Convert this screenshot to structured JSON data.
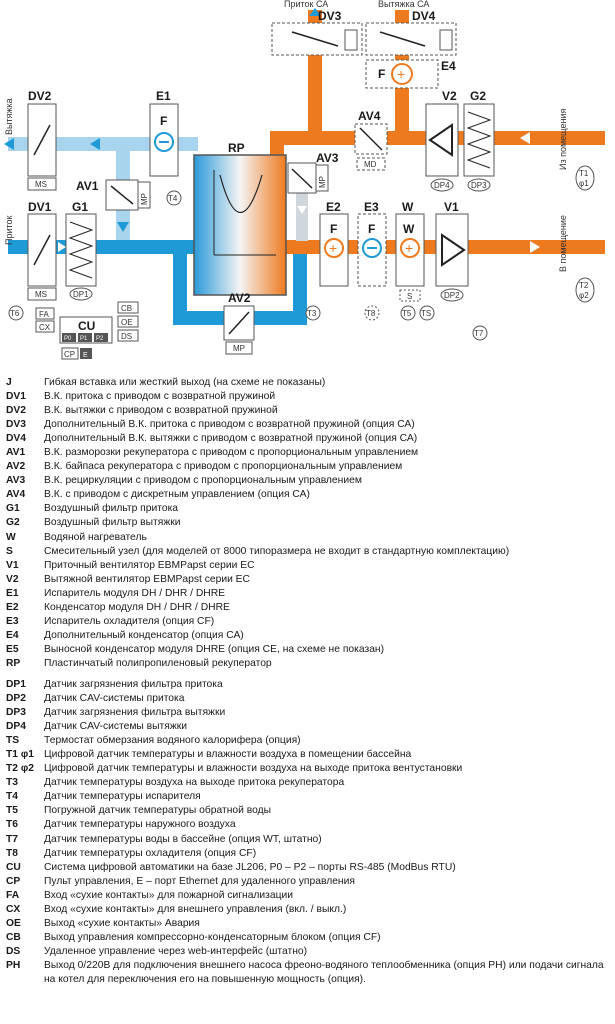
{
  "diagram": {
    "labels": {
      "supply_ca": "Приток СА",
      "exhaust_ca": "Вытяжка СА",
      "exhaust": "Вытяжка",
      "intake": "Приток",
      "from_room": "Из помещения",
      "to_room": "В помещение",
      "dv3": "DV3",
      "dv4": "DV4",
      "dv2": "DV2",
      "dv1": "DV1",
      "e1": "E1",
      "e2": "E2",
      "e3": "E3",
      "e4": "E4",
      "g1": "G1",
      "g2": "G2",
      "v1": "V1",
      "v2": "V2",
      "w": "W",
      "rp": "RP",
      "av1": "AV1",
      "av2": "AV2",
      "av3": "AV3",
      "av4": "AV4",
      "ms": "MS",
      "mp": "MP",
      "md": "MD",
      "s": "S",
      "dp1": "DP1",
      "dp2": "DP2",
      "dp3": "DP3",
      "dp4": "DP4",
      "t1": "T1",
      "t1b": "φ1",
      "t2": "T2",
      "t2b": "φ2",
      "t3": "T3",
      "t4": "T4",
      "t5": "T5",
      "t6": "T6",
      "t7": "T7",
      "t8": "T8",
      "ts": "TS",
      "f": "F",
      "cu": "CU",
      "fa": "FA",
      "cx": "CX",
      "cb": "CB",
      "oe": "OE",
      "ds": "DS",
      "cp": "CP",
      "e": "E",
      "p0": "P0",
      "p1": "P1",
      "p2": "P2"
    },
    "colors": {
      "cold": "#1e9ad6",
      "cold_light": "#a9d4ee",
      "warm": "#ee7a1f",
      "box": "#555555"
    }
  },
  "legend": [
    {
      "code": "J",
      "text": "Гибкая вставка или жесткий выход (на схеме не показаны)"
    },
    {
      "code": "DV1",
      "text": "В.К. притока с приводом с возвратной пружиной"
    },
    {
      "code": "DV2",
      "text": "В.К. вытяжки с приводом с возвратной пружиной"
    },
    {
      "code": "DV3",
      "text": "Дополнительный В.К. притока с приводом с возвратной пружиной (опция СА)"
    },
    {
      "code": "DV4",
      "text": "Дополнительный В.К. вытяжки с приводом с возвратной пружиной (опция СА)"
    },
    {
      "code": "AV1",
      "text": "В.К. разморозки рекуператора с приводом с пропорциональным управлением"
    },
    {
      "code": "AV2",
      "text": "В.К. байпаса рекуператора с приводом с пропорциональным управлением"
    },
    {
      "code": "AV3",
      "text": "В.К. рециркуляции с приводом с пропорциональным управлением"
    },
    {
      "code": "AV4",
      "text": "В.К. с приводом с дискретным управлением (опция СА)"
    },
    {
      "code": "G1",
      "text": "Воздушный фильтр притока"
    },
    {
      "code": "G2",
      "text": "Воздушный фильтр вытяжки"
    },
    {
      "code": "W",
      "text": "Водяной нагреватель"
    },
    {
      "code": "S",
      "text": "Смесительный узел (для моделей от 8000 типоразмера не входит в стандартную комплектацию)"
    },
    {
      "code": "V1",
      "text": "Приточный вентилятор EBMPapst серии ЕС"
    },
    {
      "code": "V2",
      "text": "Вытяжной вентилятор EBMPapst серии ЕС"
    },
    {
      "code": "E1",
      "text": "Испаритель модуля DH / DHR / DHRE"
    },
    {
      "code": "E2",
      "text": "Конденсатор модуля DH / DHR / DHRE"
    },
    {
      "code": "E3",
      "text": "Испаритель охладителя (опция CF)"
    },
    {
      "code": "E4",
      "text": "Дополнительный конденсатор (опция СА)"
    },
    {
      "code": "E5",
      "text": "Выносной конденсатор модуля DHRE (опция СЕ, на схеме не показан)"
    },
    {
      "code": "RP",
      "text": "Пластинчатый полипропиленовый рекуператор"
    },
    {
      "code": "",
      "text": "",
      "gap": true
    },
    {
      "code": "DP1",
      "text": "Датчик загрязнения фильтра притока"
    },
    {
      "code": "DP2",
      "text": "Датчик CAV-системы притока"
    },
    {
      "code": "DP3",
      "text": "Датчик загрязнения фильтра вытяжки"
    },
    {
      "code": "DP4",
      "text": "Датчик CAV-системы вытяжки"
    },
    {
      "code": "TS",
      "text": "Термостат обмерзания водяного калорифера (опция)"
    },
    {
      "code": "T1 φ1",
      "text": "Цифровой датчик температуры и влажности воздуха в помещении бассейна"
    },
    {
      "code": "T2 φ2",
      "text": "Цифровой датчик температуры и влажности воздуха на выходе притока вентустановки"
    },
    {
      "code": "T3",
      "text": "Датчик температуры воздуха на выходе притока рекуператора"
    },
    {
      "code": "T4",
      "text": "Датчик температуры испарителя"
    },
    {
      "code": "T5",
      "text": "Погружной датчик температуры обратной воды"
    },
    {
      "code": "T6",
      "text": "Датчик температуры наружного воздуха"
    },
    {
      "code": "T7",
      "text": "Датчик температуры воды в бассейне (опция WT, штатно)"
    },
    {
      "code": "T8",
      "text": "Датчик температуры охладителя (опция CF)"
    },
    {
      "code": "CU",
      "text": "Система цифровой автоматики на базе JL206, P0 – P2 – порты RS-485 (ModBus RTU)"
    },
    {
      "code": "CP",
      "text": "Пульт управления, E – порт Ethernet для удаленного управления"
    },
    {
      "code": "FA",
      "text": "Вход «сухие контакты» для пожарной сигнализации"
    },
    {
      "code": "CX",
      "text": "Вход «сухие контакты» для внешнего управления (вкл. / выкл.)"
    },
    {
      "code": "OE",
      "text": "Выход «сухие контакты» Авария"
    },
    {
      "code": "CB",
      "text": "Выход управления компрессорно-конденсаторным блоком (опция CF)"
    },
    {
      "code": "DS",
      "text": "Удаленное управление через web-интерфейс (штатно)"
    },
    {
      "code": "PH",
      "text": "Выход 0/220В для подключения внешнего насоса фреоно-водяного теплообменника (опция PH) или подачи сигнала на котел для переключения его на повышенную мощность (опция)."
    }
  ]
}
